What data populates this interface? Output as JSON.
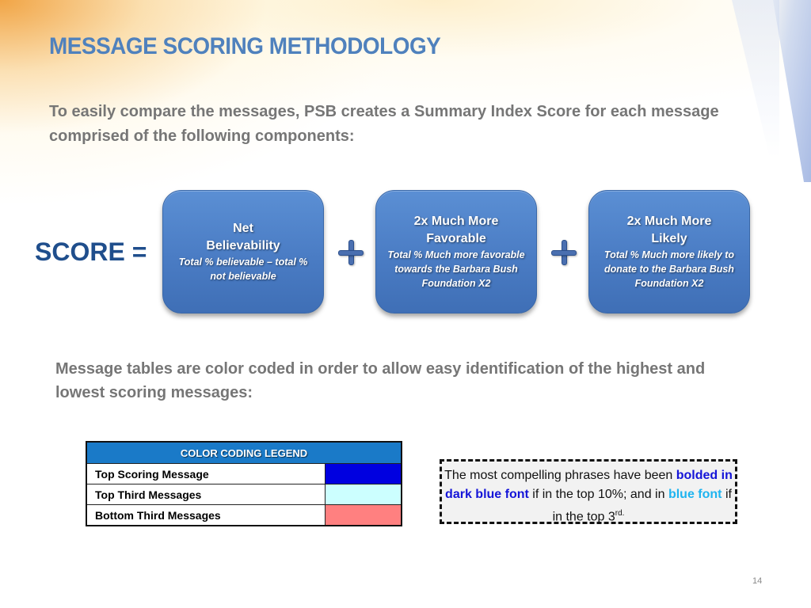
{
  "slide": {
    "title": "MESSAGE SCORING METHODOLOGY",
    "intro": "To easily compare the messages, PSB creates a Summary Index Score for each message comprised of the following components:",
    "page_number": "14"
  },
  "formula": {
    "label": "SCORE =",
    "operator_icon": "plus-icon",
    "components": [
      {
        "title_line1": "Net",
        "title_line2": "Believability",
        "description": "Total % believable – total % not believable"
      },
      {
        "title_line1": "2x Much More",
        "title_line2": "Favorable",
        "description": "Total % Much more favorable towards the Barbara Bush Foundation X2"
      },
      {
        "title_line1": "2x Much More",
        "title_line2": "Likely",
        "description": "Total % Much more likely to donate to the Barbara Bush Foundation  X2"
      }
    ],
    "card_color": "#4f81c7"
  },
  "color_coding": {
    "intro": "Message tables are color coded in order to allow easy identification of the highest and lowest scoring messages:",
    "legend": {
      "header": "COLOR CODING LEGEND",
      "header_color": "#1a7ac8",
      "rows": [
        {
          "label": "Top Scoring Message",
          "color": "#0000e0"
        },
        {
          "label": "Top Third Messages",
          "color": "#ccffff"
        },
        {
          "label": "Bottom Third Messages",
          "color": "#ff8080"
        }
      ]
    }
  },
  "note": {
    "part1": "The most compelling phrases have been ",
    "highlight_dark": "bolded in dark blue font",
    "part2": " if in the top 10%; and in ",
    "highlight_light": "blue font",
    "part3": " if in the top 3",
    "superscript": "rd.",
    "dark_blue_color": "#1414d8",
    "light_blue_color": "#1eb4f0"
  }
}
